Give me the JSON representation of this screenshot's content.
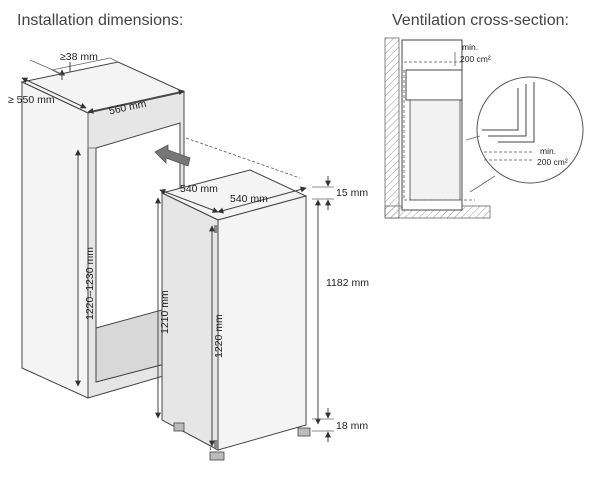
{
  "headings": {
    "installation": "Installation dimensions:",
    "ventilation": "Ventilation cross-section:"
  },
  "installation_dims": {
    "gap_top": "≥38 mm",
    "depth_niche": "≥ 550 mm",
    "width_niche": "560 mm",
    "niche_height": "1220–1230 mm",
    "appliance_depth": "540 mm",
    "appliance_width": "540 mm",
    "appliance_height_front": "1210 mm",
    "appliance_height_side": "1220 mm",
    "top_offset": "15 mm",
    "door_height": "1182 mm",
    "bottom_offset": "18 mm"
  },
  "ventilation_dims": {
    "top_label_min": "min.",
    "top_label_area": "200 cm²",
    "bottom_label_min": "min.",
    "bottom_label_area": "200 cm²"
  }
}
